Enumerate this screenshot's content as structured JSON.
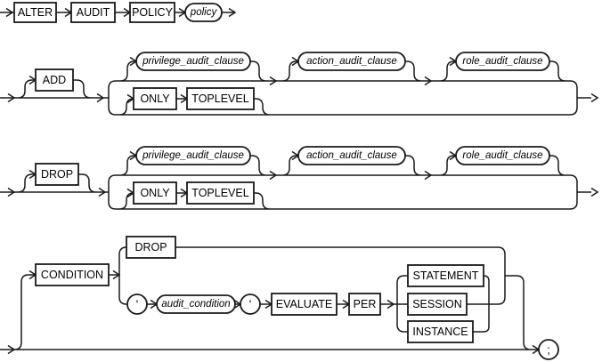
{
  "meta": {
    "description": "ALTER AUDIT POLICY railroad syntax diagram"
  },
  "colors": {
    "line": "#1a1a1a",
    "background": "#ffffff"
  },
  "row1": {
    "alter": "ALTER",
    "audit": "AUDIT",
    "policy_kw": "POLICY",
    "policy_var": "policy"
  },
  "add_branch": {
    "keyword": "ADD",
    "privilege_clause": "privilege_audit_clause",
    "action_clause": "action_audit_clause",
    "role_clause": "role_audit_clause",
    "only": "ONLY",
    "toplevel": "TOPLEVEL"
  },
  "drop_branch": {
    "keyword": "DROP",
    "privilege_clause": "privilege_audit_clause",
    "action_clause": "action_audit_clause",
    "role_clause": "role_audit_clause",
    "only": "ONLY",
    "toplevel": "TOPLEVEL"
  },
  "condition_branch": {
    "keyword": "CONDITION",
    "drop": "DROP",
    "open_quote": "'",
    "audit_condition": "audit_condition",
    "close_quote": "'",
    "evaluate": "EVALUATE",
    "per": "PER",
    "statement": "STATEMENT",
    "session": "SESSION",
    "instance": "INSTANCE",
    "terminator": ";"
  }
}
